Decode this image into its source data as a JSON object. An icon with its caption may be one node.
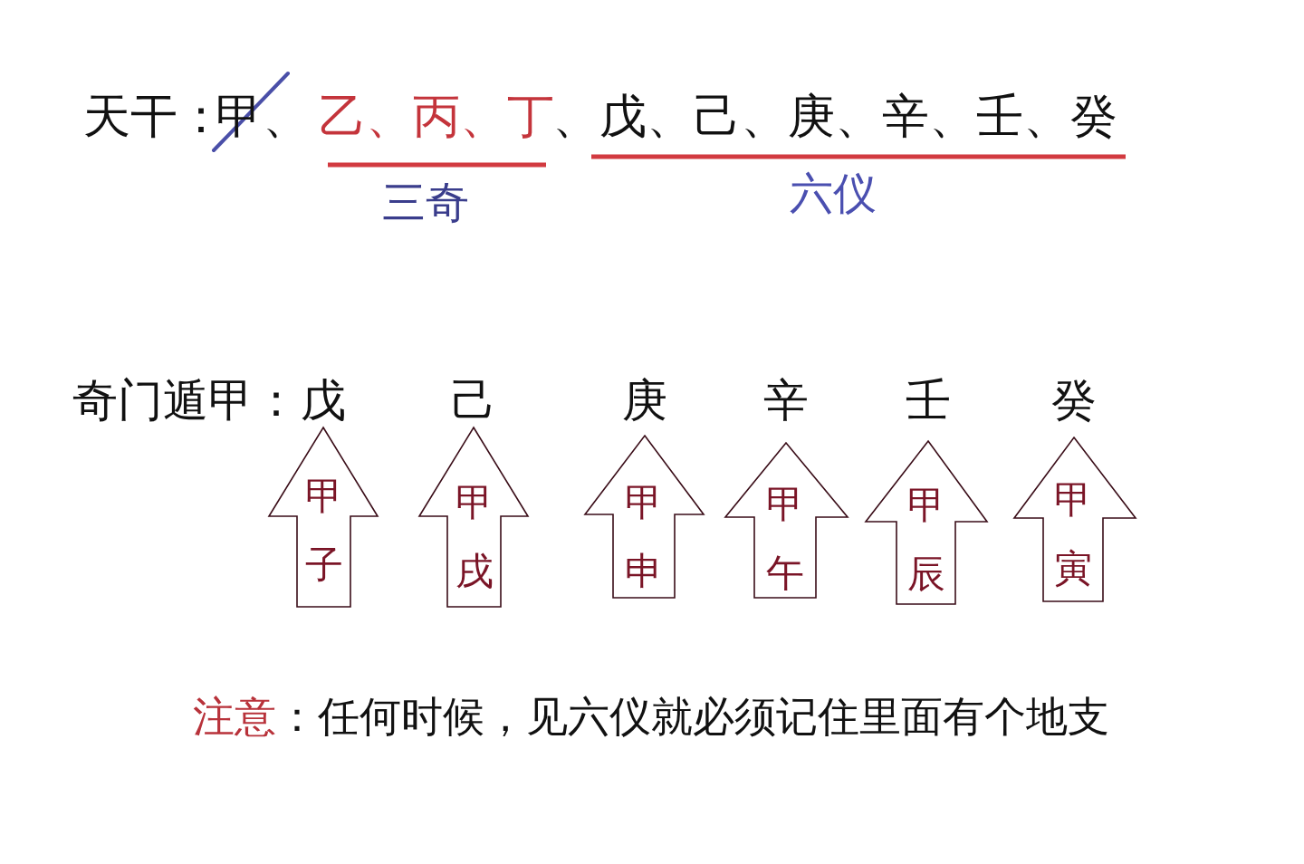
{
  "diagram": {
    "nodes": [
      {
        "text": [
          "甲子"
        ],
        "beside": [
          "戊"
        ]
      },
      {
        "text": [
          "甲戌"
        ],
        "beside": [
          "己"
        ]
      },
      {
        "text": [
          "甲申"
        ],
        "beside": [
          "庚"
        ]
      },
      {
        "text": [
          "甲午"
        ],
        "beside": [
          "辛"
        ]
      },
      {
        "text": [
          "甲辰"
        ],
        "beside": [
          "壬"
        ]
      },
      {
        "text": [
          "甲寅"
        ],
        "beside": [
          "癸"
        ]
      }
    ],
    "labels": [
      "天干：",
      "甲、",
      "乙、丙、丁",
      "、戊、己、庚、辛、壬、癸",
      "三奇",
      "六仪",
      "奇门遁甲：",
      "注意",
      "：任何时候，见六仪就必须记住里面有个地支"
    ]
  }
}
